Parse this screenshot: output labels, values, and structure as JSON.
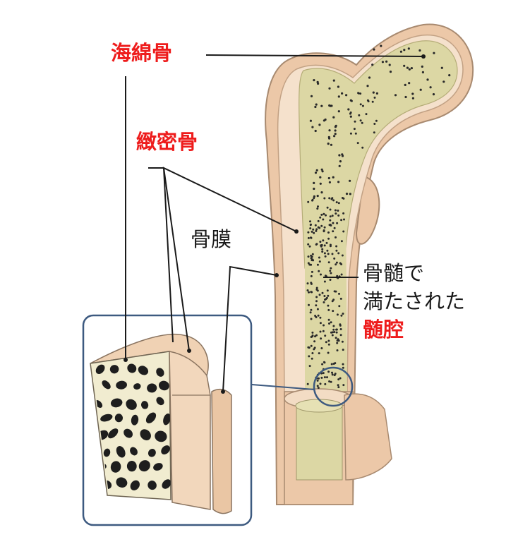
{
  "labels": {
    "spongy_bone": "海綿骨",
    "compact_bone": "緻密骨",
    "periosteum": "骨膜",
    "marrow_line1": "骨髄で",
    "marrow_line2": "満たされた",
    "medullary_cavity": "髄腔"
  },
  "colors": {
    "highlight_red": "#ee1c1c",
    "text": "#1a1a1a",
    "bone_tan": "#ecc8a8",
    "bone_light": "#f5e1cc",
    "marrow_olive": "#dcd7a4",
    "spot_dark": "#2a2a2a",
    "box_blue": "#3d5a80"
  }
}
